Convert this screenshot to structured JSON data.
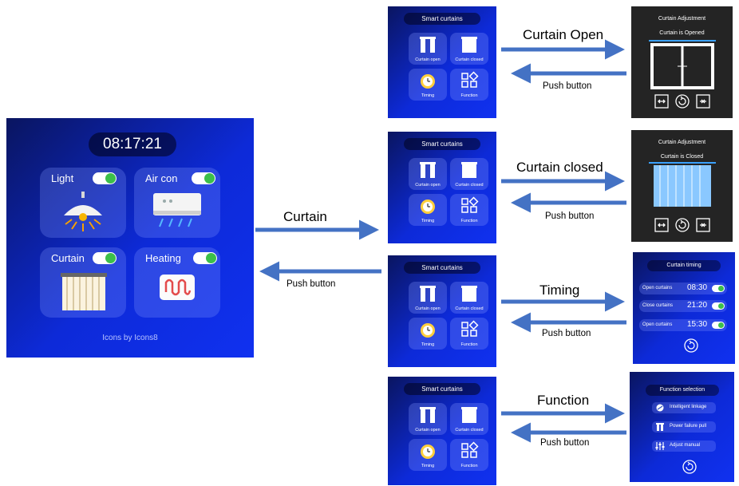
{
  "home": {
    "time": "08:17:21",
    "tiles": [
      {
        "label": "Light",
        "icon": "ceiling-lamp-icon"
      },
      {
        "label": "Air con",
        "icon": "air-conditioner-icon"
      },
      {
        "label": "Curtain",
        "icon": "curtain-icon"
      },
      {
        "label": "Heating",
        "icon": "radiator-icon"
      }
    ],
    "credit": "Icons by Icons8"
  },
  "smart_menu": {
    "title": "Smart curtains",
    "buttons": [
      {
        "label": "Curtain open",
        "icon": "curtain-open-icon"
      },
      {
        "label": "Curtain closed",
        "icon": "curtain-closed-icon"
      },
      {
        "label": "Timing",
        "icon": "alarm-clock-icon"
      },
      {
        "label": "Function",
        "icon": "function-grid-icon"
      }
    ]
  },
  "adjust_open": {
    "title": "Curtain Adjustment",
    "status": "Curtain is Opened"
  },
  "adjust_closed": {
    "title": "Curtain Adjustment",
    "status": "Curtain is Closed"
  },
  "timing_screen": {
    "title": "Curtain timing",
    "rows": [
      {
        "label": "Open curtains",
        "time": "08:30"
      },
      {
        "label": "Close curtains",
        "time": "21:20"
      },
      {
        "label": "Open curtains",
        "time": "15:30"
      }
    ]
  },
  "function_screen": {
    "title": "Function selection",
    "items": [
      {
        "label": "Intelligent linkage",
        "icon": "link-icon"
      },
      {
        "label": "Power failure pull",
        "icon": "curtain-icon"
      },
      {
        "label": "Adjust manual",
        "icon": "sliders-icon"
      }
    ]
  },
  "labels": {
    "curtain": "Curtain",
    "push_button": "Push button",
    "curtain_open": "Curtain Open",
    "curtain_closed": "Curtain closed",
    "timing": "Timing",
    "function": "Function"
  },
  "colors": {
    "arrow": "#4472c4",
    "screen_blue": "#0d2ad8",
    "toggle_on": "#3cbf4a"
  }
}
